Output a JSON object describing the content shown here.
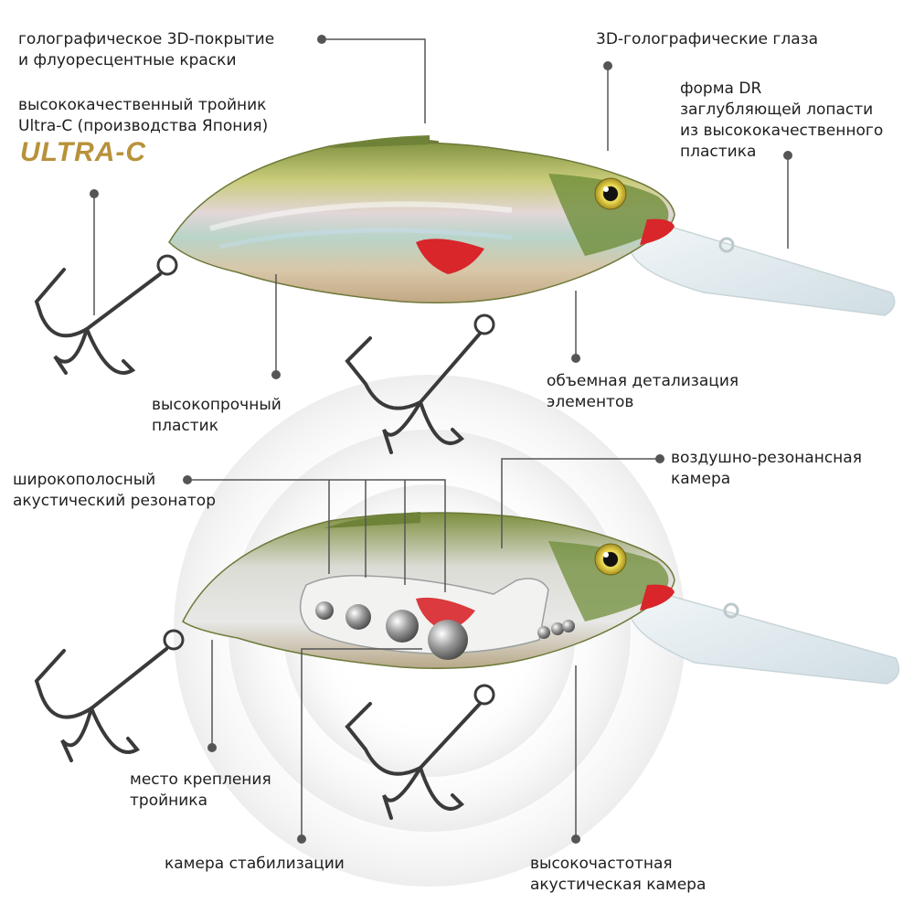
{
  "labels": {
    "coating": [
      "голографическое 3D-покрытие",
      "и флуоресцентные краски"
    ],
    "hook_ultra": [
      "высококачественный тройник",
      "Ultra-C (производства Япония)"
    ],
    "eyes": [
      "3D-голографические глаза"
    ],
    "lip": [
      "форма DR",
      "заглубляющей лопасти",
      "из высококачественного",
      "пластика"
    ],
    "plastic": [
      "высокопрочный",
      "пластик"
    ],
    "detail": [
      "объемная детализация",
      "элементов"
    ],
    "resonator": [
      "широкополосный",
      "акустический резонатор"
    ],
    "air_chamber": [
      "воздушно-резонансная",
      "камера"
    ],
    "hook_mount": [
      "место крепления",
      "тройника"
    ],
    "stabilization": [
      "камера стабилизации"
    ],
    "hf_chamber": [
      "высокочастотная",
      "акустическая камера"
    ]
  },
  "logo": {
    "text": "ULTRA-C",
    "color": "#b8923a"
  },
  "colors": {
    "leader": "#555555",
    "body_green": "#8a9a4a",
    "body_silver": "#d9d6cc",
    "gill_red": "#d8262a",
    "eye_gold": "#e8d030",
    "lip_clear": "#e4eef2",
    "hook_metal": "#3a3a3a"
  }
}
